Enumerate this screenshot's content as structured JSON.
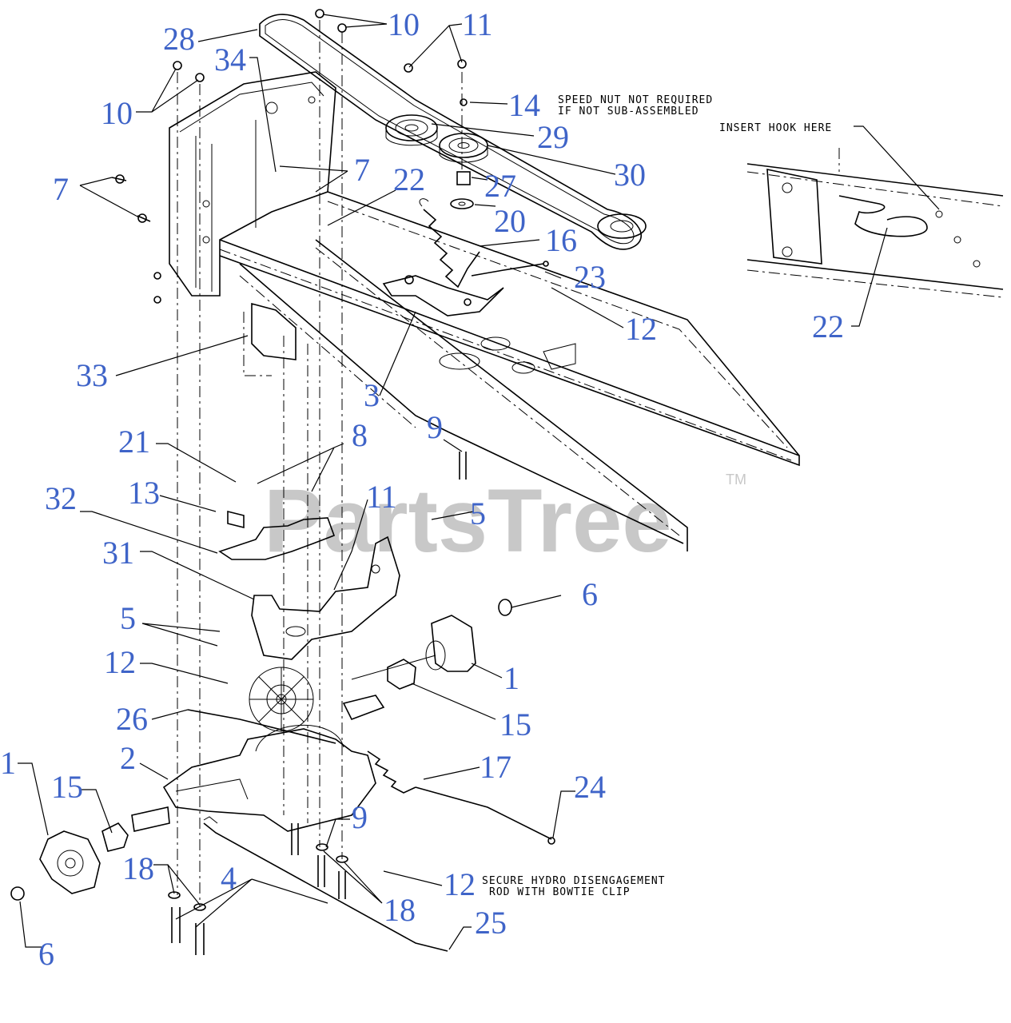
{
  "diagram": {
    "callouts": [
      {
        "id": "c28",
        "text": "28"
      },
      {
        "id": "c10a",
        "text": "10"
      },
      {
        "id": "c11a",
        "text": "11"
      },
      {
        "id": "c34",
        "text": "34"
      },
      {
        "id": "c10b",
        "text": "10"
      },
      {
        "id": "c14",
        "text": "14"
      },
      {
        "id": "c29",
        "text": "29"
      },
      {
        "id": "c30",
        "text": "30"
      },
      {
        "id": "c7a",
        "text": "7"
      },
      {
        "id": "c7b",
        "text": "7"
      },
      {
        "id": "c22a",
        "text": "22"
      },
      {
        "id": "c27",
        "text": "27"
      },
      {
        "id": "c20",
        "text": "20"
      },
      {
        "id": "c16",
        "text": "16"
      },
      {
        "id": "c23",
        "text": "23"
      },
      {
        "id": "c12a",
        "text": "12"
      },
      {
        "id": "c22b",
        "text": "22"
      },
      {
        "id": "c33",
        "text": "33"
      },
      {
        "id": "c3",
        "text": "3"
      },
      {
        "id": "c9a",
        "text": "9"
      },
      {
        "id": "c21",
        "text": "21"
      },
      {
        "id": "c8",
        "text": "8"
      },
      {
        "id": "c13",
        "text": "13"
      },
      {
        "id": "c32",
        "text": "32"
      },
      {
        "id": "c11b",
        "text": "11"
      },
      {
        "id": "c5a",
        "text": "5"
      },
      {
        "id": "c31",
        "text": "31"
      },
      {
        "id": "c6a",
        "text": "6"
      },
      {
        "id": "c5b",
        "text": "5"
      },
      {
        "id": "c12b",
        "text": "12"
      },
      {
        "id": "c1a",
        "text": "1"
      },
      {
        "id": "c26",
        "text": "26"
      },
      {
        "id": "c15a",
        "text": "15"
      },
      {
        "id": "c2",
        "text": "2"
      },
      {
        "id": "c17",
        "text": "17"
      },
      {
        "id": "c1b",
        "text": "1"
      },
      {
        "id": "c15b",
        "text": "15"
      },
      {
        "id": "c24",
        "text": "24"
      },
      {
        "id": "c9b",
        "text": "9"
      },
      {
        "id": "c18a",
        "text": "18"
      },
      {
        "id": "c4",
        "text": "4"
      },
      {
        "id": "c12c",
        "text": "12"
      },
      {
        "id": "c18b",
        "text": "18"
      },
      {
        "id": "c25",
        "text": "25"
      },
      {
        "id": "c6b",
        "text": "6"
      }
    ],
    "notes": {
      "speed_nut_line1": "SPEED NUT NOT REQUIRED",
      "speed_nut_line2": "IF NOT SUB-ASSEMBLED",
      "insert_hook": "INSERT HOOK HERE",
      "secure_line1": "SECURE HYDRO DISENGAGEMENT",
      "secure_line2": "ROD WITH BOWTIE CLIP"
    },
    "watermark": {
      "text": "PartsTree",
      "tm": "TM"
    },
    "colors": {
      "callout": "#3f64c8",
      "linework": "#000000",
      "watermark": "#c8c8c8"
    }
  }
}
